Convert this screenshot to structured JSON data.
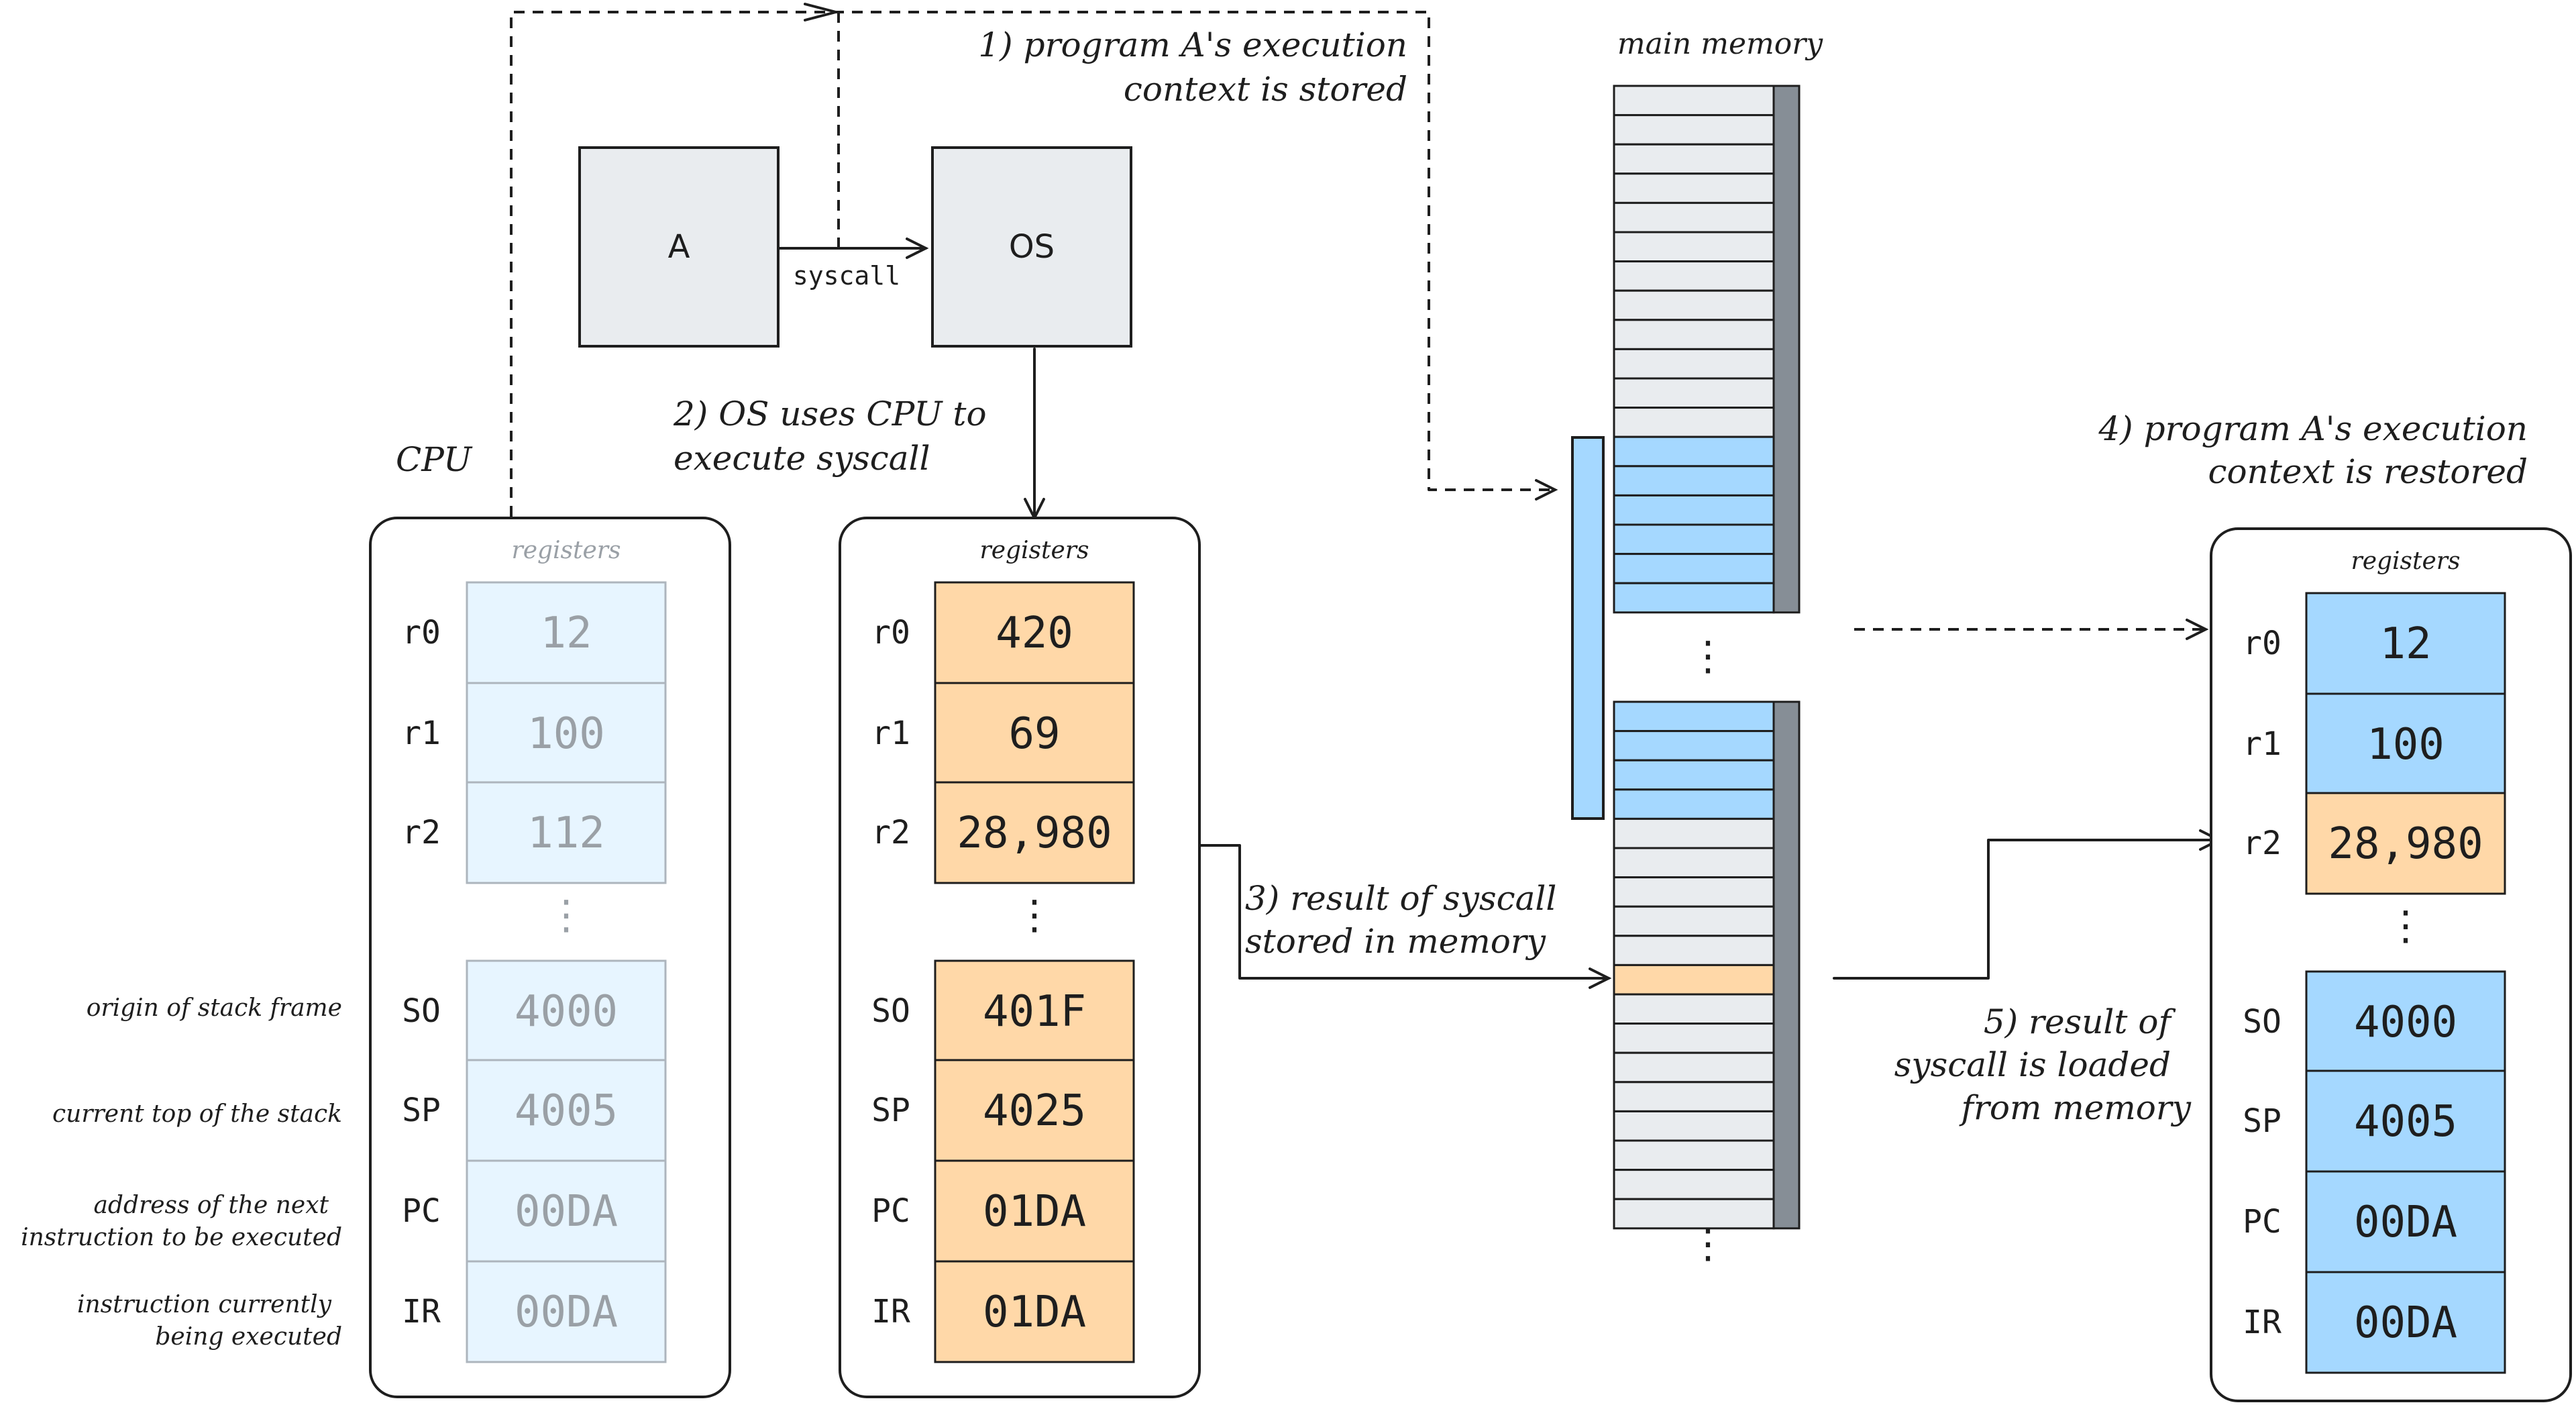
{
  "colors": {
    "orange": "#ffd8a8",
    "blue": "#a5d8ff",
    "faded_blue": "#e7f5ff",
    "gray": "#e9ecef",
    "dark_bar": "#868e96",
    "stroke": "#1e1e1e",
    "faded_text": "#9aa0a6"
  },
  "processes": {
    "a_label": "A",
    "os_label": "OS",
    "syscall_label": "syscall"
  },
  "steps": {
    "step1_line1": "1) program A's execution",
    "step1_line2": "context is stored",
    "step2_line1": "2) OS uses CPU to",
    "step2_line2": "execute syscall",
    "step3_line1": "3) result of syscall",
    "step3_line2": "stored in memory",
    "step4_line1": "4) program A's execution",
    "step4_line2": "context is restored",
    "step5_line1": "5) result of",
    "step5_line2": "syscall is loaded",
    "step5_line3": "from memory"
  },
  "memory": {
    "title": "main memory",
    "upper_cells": [
      "gray",
      "gray",
      "gray",
      "gray",
      "gray",
      "gray",
      "gray",
      "gray",
      "gray",
      "gray",
      "gray",
      "gray",
      "blue",
      "blue",
      "blue",
      "blue",
      "blue",
      "blue"
    ],
    "lower_cells": [
      "blue",
      "blue",
      "blue",
      "blue",
      "gray",
      "gray",
      "gray",
      "gray",
      "gray",
      "orange",
      "gray",
      "gray",
      "gray",
      "gray",
      "gray",
      "gray",
      "gray",
      "gray"
    ],
    "ellipsis": "⋮"
  },
  "cpu": {
    "title": "CPU",
    "registers_label": "registers"
  },
  "register_names": [
    "r0",
    "r1",
    "r2",
    "SO",
    "SP",
    "PC",
    "IR"
  ],
  "annotations": {
    "so_line1": "origin of stack frame",
    "sp_line1": "current top of the stack",
    "pc_line1": "address of the next",
    "pc_line2": "instruction to be executed",
    "ir_line1": "instruction currently",
    "ir_line2": "being executed"
  },
  "panels": [
    {
      "registers_label": "registers",
      "values": [
        "12",
        "100",
        "112",
        "4000",
        "4005",
        "00DA",
        "00DA"
      ],
      "fills": [
        "faded",
        "faded",
        "faded",
        "faded",
        "faded",
        "faded",
        "faded"
      ]
    },
    {
      "registers_label": "registers",
      "values": [
        "420",
        "69",
        "28,980",
        "401F",
        "4025",
        "01DA",
        "01DA"
      ],
      "fills": [
        "orange",
        "orange",
        "orange",
        "orange",
        "orange",
        "orange",
        "orange"
      ]
    },
    {
      "registers_label": "registers",
      "values": [
        "12",
        "100",
        "28,980",
        "4000",
        "4005",
        "00DA",
        "00DA"
      ],
      "fills": [
        "blue",
        "blue",
        "orange",
        "blue",
        "blue",
        "blue",
        "blue"
      ]
    }
  ]
}
